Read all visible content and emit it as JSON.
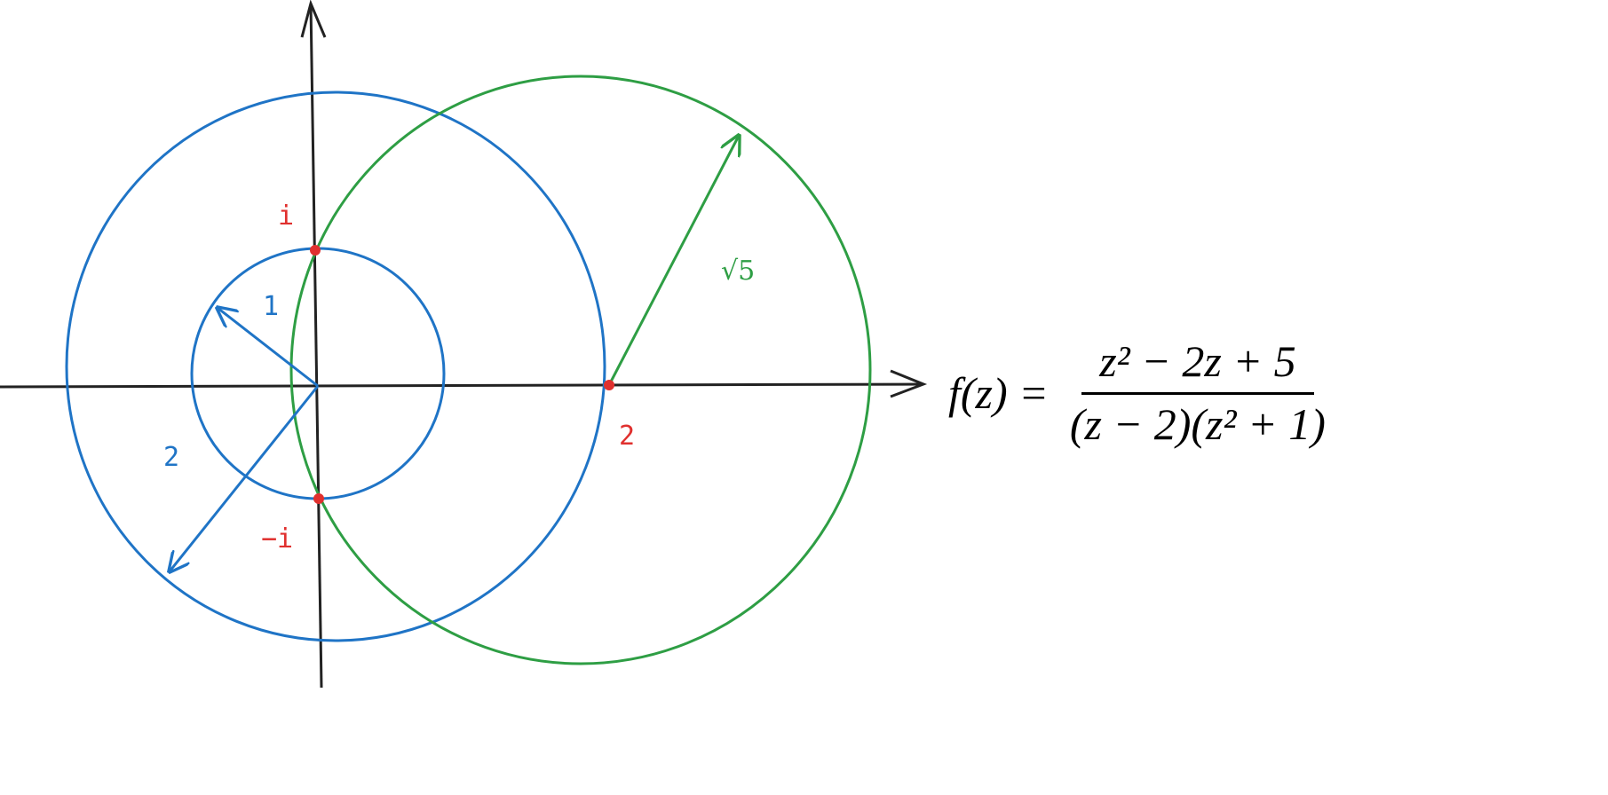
{
  "colors": {
    "axis": "#222222",
    "blue": "#1f74c6",
    "green": "#2e9e44",
    "red": "#e0302e"
  },
  "labels": {
    "pole_i": "i",
    "pole_minus_i": "−i",
    "pole_2": "2",
    "radius_small": "1",
    "radius_large": "2",
    "radius_green": "√5"
  },
  "formula": {
    "lhs": "f(z) =",
    "numerator": "z² − 2z + 5",
    "denominator": "(z − 2)(z² + 1)"
  }
}
